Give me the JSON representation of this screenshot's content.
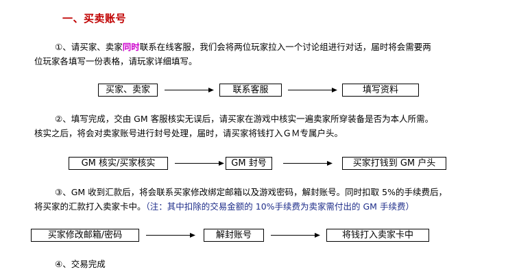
{
  "section_title": "一、买卖账号",
  "step1": {
    "line1_a": "①、请买家、卖家",
    "line1_highlight": "同时",
    "line1_b": "联系在线客服，我们会将两位玩家拉入一个讨论组进行对话，届时将会需要两",
    "line2": "位玩家各填写一份表格，请玩家详细填写。",
    "flow": [
      "买家、卖家",
      "联系客服",
      "填写资料"
    ]
  },
  "step2": {
    "line1": "②、填写完成，交由 GM 客服核实无误后，请买家在游戏中核实一遍卖家所穿装备是否为本人所需。",
    "line2": "核实之后，将会对卖家账号进行封号处理，届时，请买家将钱打入ＧＭ专属户头。",
    "flow": [
      "GM 核实/买家核实",
      "GM 封号",
      "买家打钱到 GM 户头"
    ]
  },
  "step3": {
    "line1": "③、GM 收到汇款后，将会联系买家修改绑定邮箱以及游戏密码，解封账号。同时扣取 5%的手续费后，",
    "line2_a": "将买家的汇款打入卖家卡中。",
    "line2_note": "（注：其中扣除的交易金额的 10%手续费为卖家需付出的 GM 手续费）",
    "flow": [
      "买家修改邮箱/密码",
      "解封账号",
      "将钱打入卖家卡中"
    ]
  },
  "step4": {
    "line1": "④、交易完成"
  },
  "colors": {
    "title": "#c00000",
    "highlight": "#cc00cc",
    "note": "#1f2e8a"
  }
}
